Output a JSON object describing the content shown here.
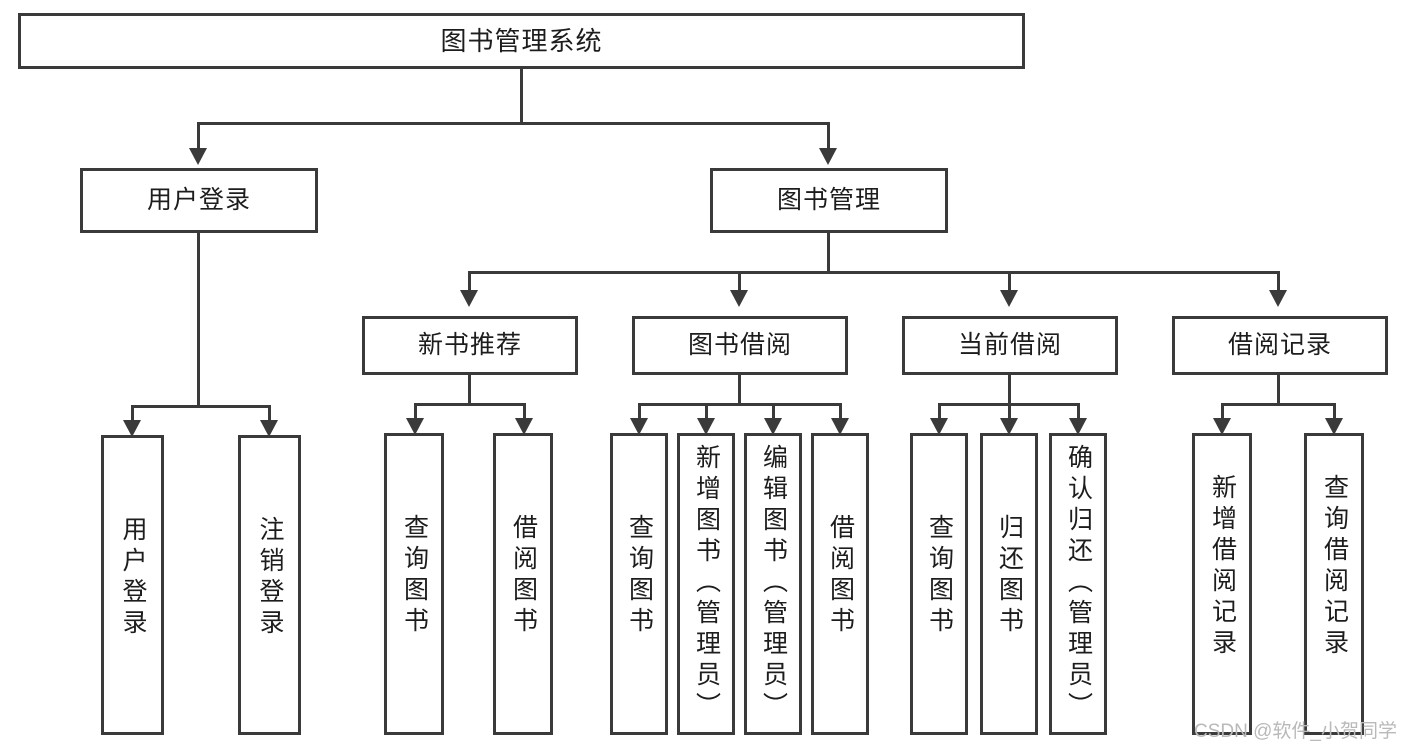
{
  "diagram": {
    "type": "tree",
    "title": "图书管理系统",
    "root": {
      "label": "图书管理系统"
    },
    "level2": [
      {
        "label": "用户登录"
      },
      {
        "label": "图书管理"
      }
    ],
    "level3": [
      {
        "label": "新书推荐"
      },
      {
        "label": "图书借阅"
      },
      {
        "label": "当前借阅"
      },
      {
        "label": "借阅记录"
      }
    ],
    "leaves": {
      "user_login": [
        {
          "label": "用户登录"
        },
        {
          "label": "注销登录"
        }
      ],
      "new_book_recommend": [
        {
          "label": "查询图书"
        },
        {
          "label": "借阅图书"
        }
      ],
      "book_borrow": [
        {
          "label": "查询图书"
        },
        {
          "label": "新增图书（管理员）"
        },
        {
          "label": "编辑图书（管理员）"
        },
        {
          "label": "借阅图书"
        }
      ],
      "current_borrow": [
        {
          "label": "查询图书"
        },
        {
          "label": "归还图书"
        },
        {
          "label": "确认归还（管理员）"
        }
      ],
      "borrow_record": [
        {
          "label": "新增借阅记录"
        },
        {
          "label": "查询借阅记录"
        }
      ]
    }
  },
  "watermark": {
    "text": "CSDN @软件_小贺同学"
  },
  "colors": {
    "border": "#3a3a3a",
    "text": "#1d1d1d",
    "background": "#ffffff",
    "watermark": "#b9b9b9"
  }
}
